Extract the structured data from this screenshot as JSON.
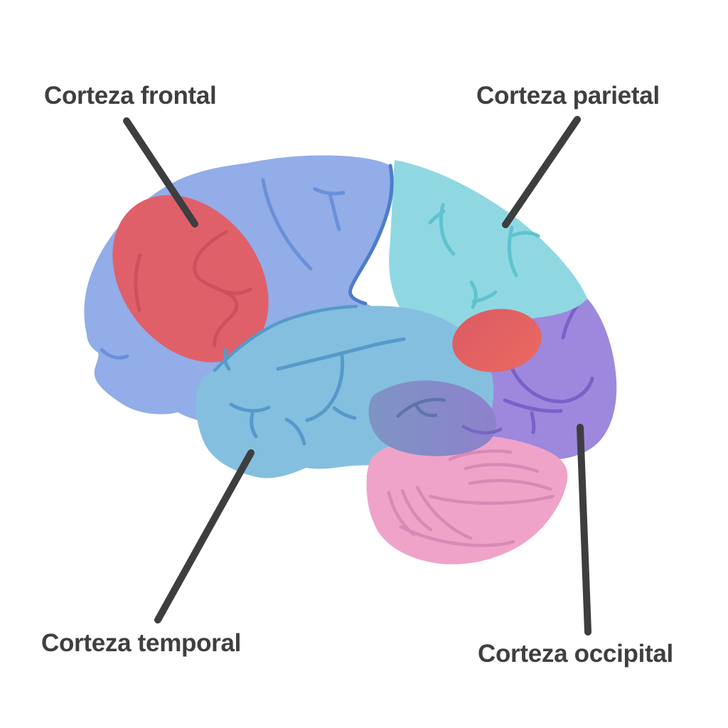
{
  "diagram": {
    "background_color": "#ffffff",
    "text_color": "#3f3f41",
    "pointer_line_color": "#3e3e40",
    "labels": {
      "frontal": "Corteza frontal",
      "parietal": "Corteza parietal",
      "temporal": "Corteza temporal",
      "occipital": "Corteza occipital"
    },
    "regions": {
      "frontal": {
        "label": "Corteza frontal",
        "fill": "#92ade8",
        "sulci": "#6b90d8",
        "border": "#4d7ccb"
      },
      "parietal": {
        "label": "Corteza parietal",
        "fill": "#8fd8e2",
        "sulci": "#5fc3cf"
      },
      "occipital": {
        "label": "Corteza occipital",
        "fill": "#9d88de",
        "sulci": "#7a60c8"
      },
      "temporal": {
        "label": "Corteza temporal",
        "fill": "#85bfdf",
        "sulci": "#559aca"
      },
      "cerebellum": {
        "fill": "#f0a3c9",
        "sulci": "#d989b5"
      },
      "overlap_region": {
        "fill_left": "#7e94c4",
        "fill_right": "#8d81cc",
        "sulci": "#5d74ab",
        "sulci_right": "#7a64c2"
      },
      "frontal_highlight": {
        "fill": "#e06069",
        "sulci": "#cb515d"
      },
      "parieto_occipital_highlight": {
        "fill_dark": "#dc5a64",
        "fill_light": "#ea6a60"
      }
    }
  }
}
